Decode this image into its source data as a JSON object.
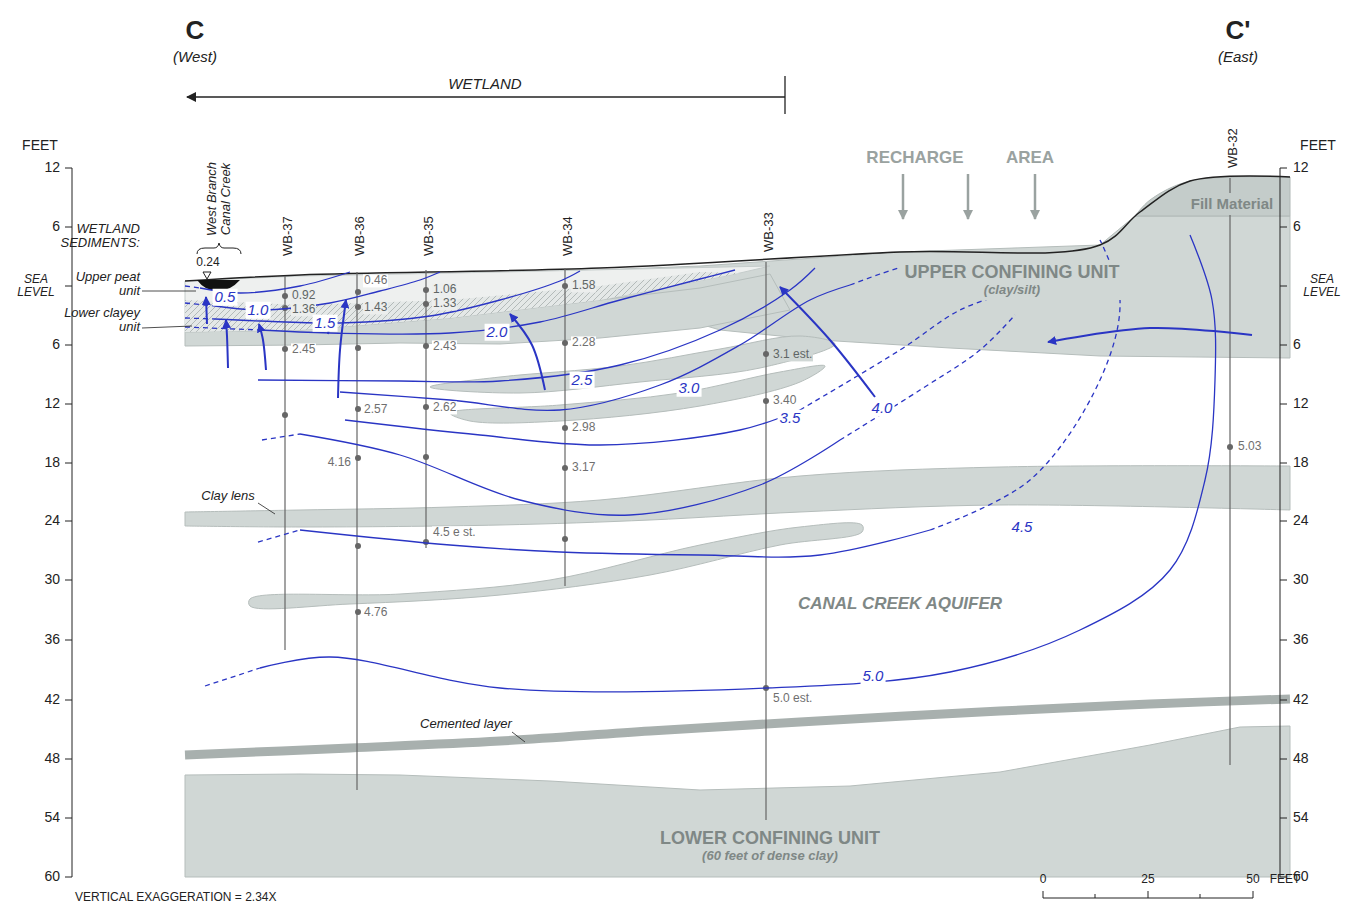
{
  "diagram": {
    "nodes": [
      {
        "text": [
          "Fill Material"
        ]
      },
      {
        "text": [
          "UPPER CONFINING UNIT",
          "(clay/silt)"
        ]
      },
      {
        "text": [
          "CANAL CREEK AQUIFER"
        ]
      },
      {
        "text": [
          "LOWER CONFINING UNIT",
          "(60 feet of dense clay)"
        ]
      }
    ],
    "labels": [
      "C",
      "(West)",
      "C'",
      "(East)",
      "WETLAND",
      "FEET",
      "12",
      "6",
      "SEA LEVEL",
      "6",
      "12",
      "18",
      "24",
      "30",
      "36",
      "42",
      "48",
      "54",
      "60",
      "FEET",
      "12",
      "6",
      "SEA LEVEL",
      "6",
      "12",
      "18",
      "24",
      "30",
      "36",
      "42",
      "48",
      "54",
      "60",
      "RECHARGE",
      "AREA",
      "WETLAND SEDIMENTS:",
      "Upper peat unit",
      "Lower clayey unit",
      "West Branch Canal Creek",
      "0.24",
      "WB-37",
      "WB-36",
      "WB-35",
      "WB-34",
      "WB-33",
      "WB-32",
      "0.92",
      "1.36",
      "2.45",
      "0.46",
      "1.43",
      "2.57",
      "4.16",
      "4.76",
      "1.06",
      "1.33",
      "2.43",
      "2.62",
      "4.5 e st.",
      "1.58",
      "2.28",
      "2.98",
      "3.17",
      "3.1 est.",
      "3.40",
      "5.0 est.",
      "5.03",
      "0.5",
      "1.0",
      "1.5",
      "2.0",
      "2.5",
      "3.0",
      "3.5",
      "4.0",
      "4.5",
      "5.0",
      "Clay lens",
      "Cemented layer",
      "VERTICAL EXAGGERATION = 2.34X",
      "0",
      "25",
      "50",
      "FEET"
    ]
  }
}
